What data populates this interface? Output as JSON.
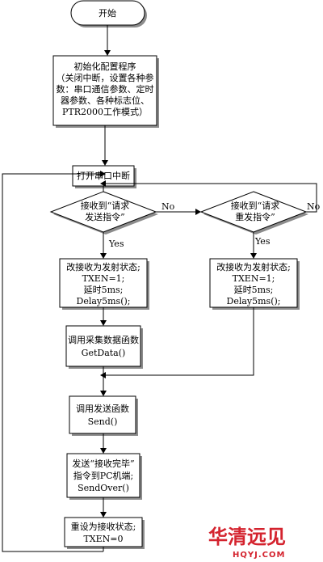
{
  "flowchart": {
    "start": "开始",
    "init": [
      "初始化配置程序",
      "（关闭中断，设置各种参",
      "数：串口通信参数、定时",
      "器参数、各种标志位、",
      "PTR2000工作模式）"
    ],
    "open_interrupt": "打开串口中断",
    "decision_send": [
      "接收到“请求",
      "发送指令”"
    ],
    "decision_resend": [
      "接收到“请求",
      "重发指令”"
    ],
    "yes_label": "Yes",
    "no_label": "No",
    "set_send_left": [
      "改接收为发射状态;",
      "TXEN=1;",
      "延时5ms;",
      "Delay5ms();"
    ],
    "set_send_right": [
      "改接收为发射状态;",
      "TXEN=1;",
      "延时5ms;",
      "Delay5ms();"
    ],
    "call_getdata": [
      "调用采集数据函数",
      "GetData()"
    ],
    "call_send": [
      "调用发送函数",
      "Send()"
    ],
    "send_done": [
      "发送“接收完毕”",
      "指令到PC机端;",
      "SendOver()"
    ],
    "reset_receive": [
      "重设为接收状态;",
      "TXEN=0"
    ]
  },
  "watermark": {
    "brand": "华清远见",
    "site": "HQYJ.COM"
  }
}
